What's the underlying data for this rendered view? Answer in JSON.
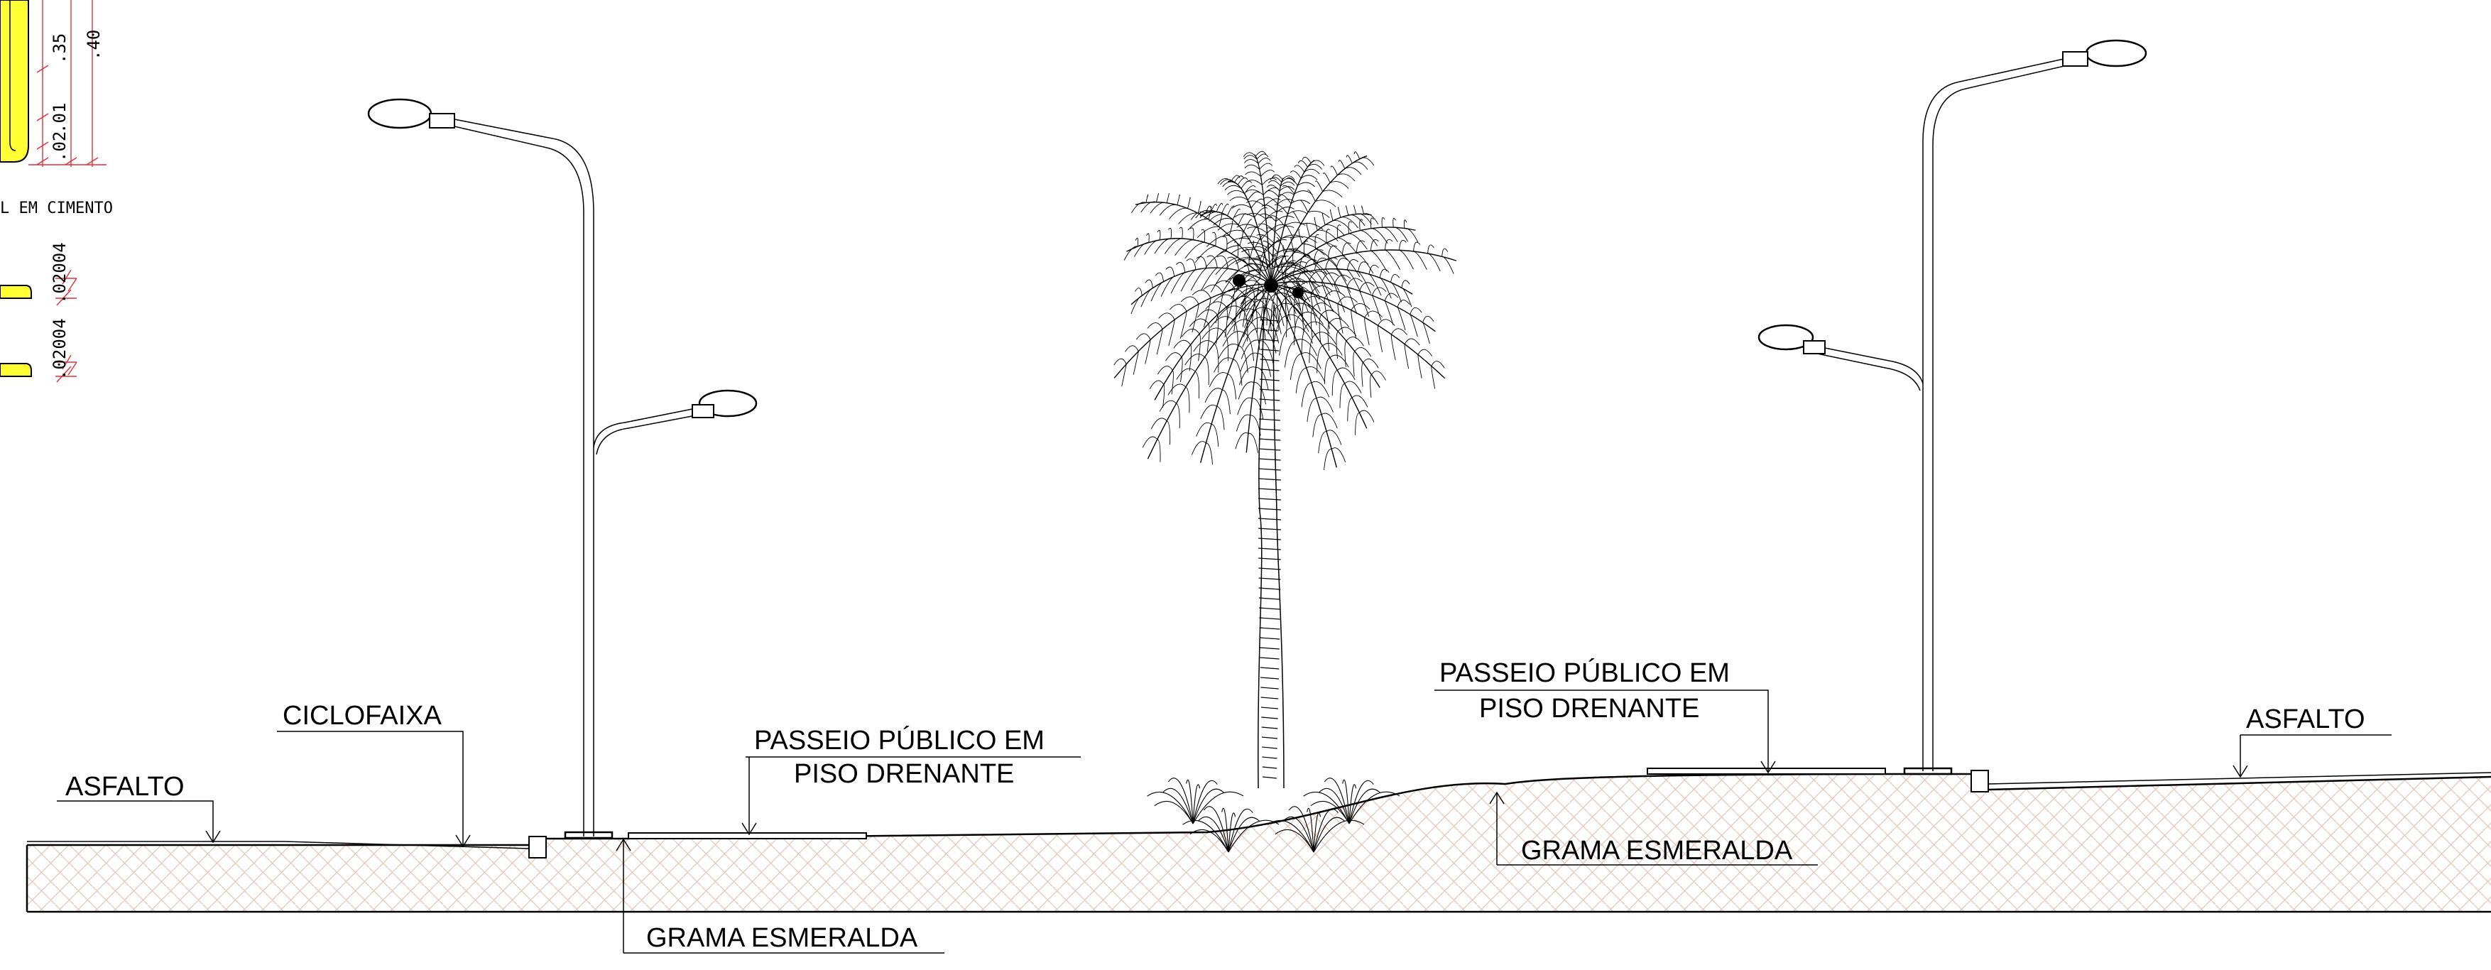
{
  "labels": {
    "asfalto_left": "ASFALTO",
    "ciclofaixa": "CICLOFAIXA",
    "passeio_center_line1": "PASSEIO PÚBLICO EM",
    "passeio_center_line2": "PISO DRENANTE",
    "grama_bottom": "GRAMA ESMERALDA",
    "passeio_right_line1": "PASSEIO PÚBLICO EM",
    "passeio_right_line2": "PISO DRENANTE",
    "grama_right": "GRAMA ESMERALDA",
    "asfalto_right": "ASFALTO"
  },
  "detail": {
    "caption": "L  EM  CIMENTO",
    "dim_a": ".35",
    "dim_b": ".40",
    "dim_c": ".02",
    "dim_d": ".01",
    "dim_e": ".02004",
    "dim_f": ".02004"
  },
  "colors": {
    "highlight_yellow": "#ffff33",
    "dimension_red": "#e0303a",
    "hatch": "#e7c9bd",
    "ink": "#000000"
  }
}
